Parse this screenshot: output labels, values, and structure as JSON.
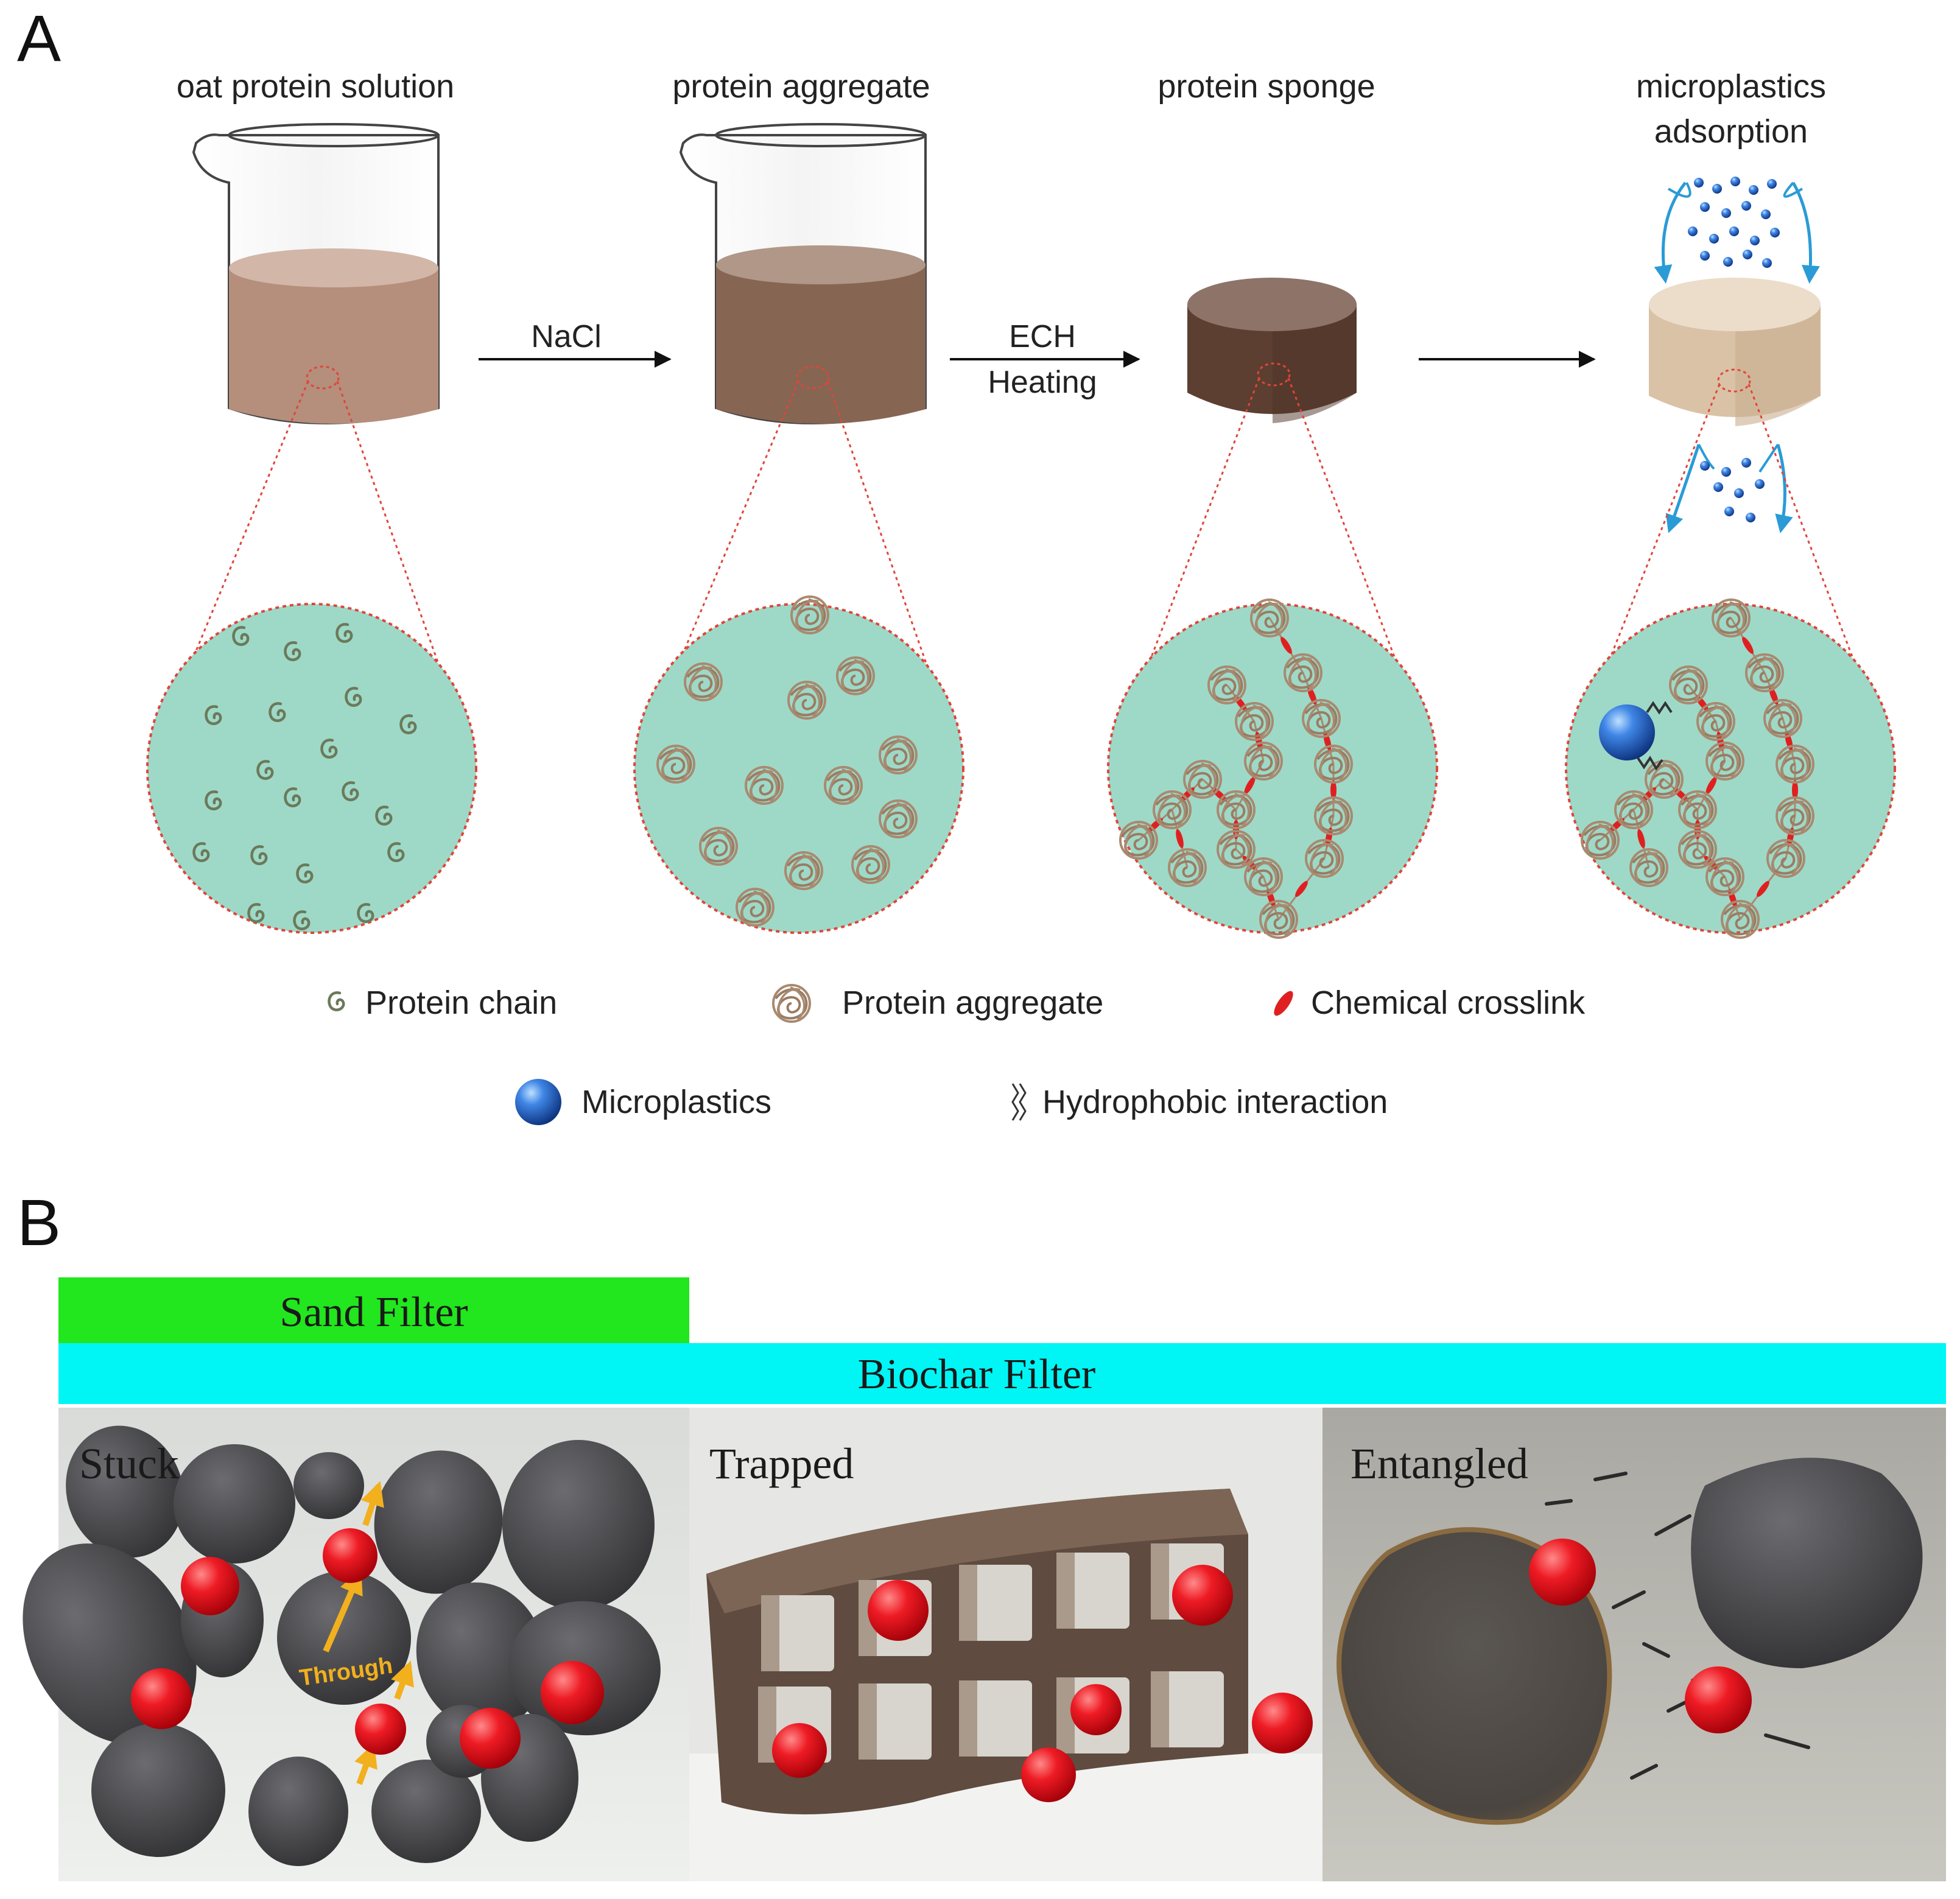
{
  "panel_a": {
    "letter": "A",
    "stages": [
      {
        "label_lines": [
          "oat protein solution"
        ]
      },
      {
        "label_lines": [
          "protein aggregate"
        ]
      },
      {
        "label_lines": [
          "protein sponge"
        ]
      },
      {
        "label_lines": [
          "microplastics",
          "adsorption"
        ]
      }
    ],
    "arrows": [
      {
        "label_lines": [
          "NaCl"
        ]
      },
      {
        "label_lines": [
          "ECH",
          "Heating"
        ]
      },
      {
        "label_lines": []
      }
    ],
    "legend": {
      "protein_chain": "Protein chain",
      "protein_aggregate": "Protein aggregate",
      "chemical_crosslink": "Chemical crosslink",
      "microplastics": "Microplastics",
      "hydrophobic_interaction": "Hydrophobic interaction"
    },
    "colors": {
      "solution": "#B58E7C",
      "aggregate_liquid": "#876553",
      "sponge": "#6A4838",
      "adsorbed_sponge": "#D9C2A6",
      "zoom_fill": "#9ED9C8",
      "zoom_outline": "#E0453A",
      "crosslink": "#E02020",
      "microplastic": "#1F5FC9",
      "flow_arrow": "#2A9BD6"
    }
  },
  "panel_b": {
    "letter": "B",
    "sand_filter": "Sand Filter",
    "biochar_filter": "Biochar Filter",
    "mechanisms": [
      "Stuck",
      "Trapped",
      "Entangled"
    ],
    "through_label": "Through",
    "colors": {
      "sand_bar": "#22E61E",
      "biochar_bar": "#00F5F5",
      "particle": "#E8141C",
      "rock": "#4A4A4C",
      "through_arrow": "#F2B01E"
    }
  }
}
